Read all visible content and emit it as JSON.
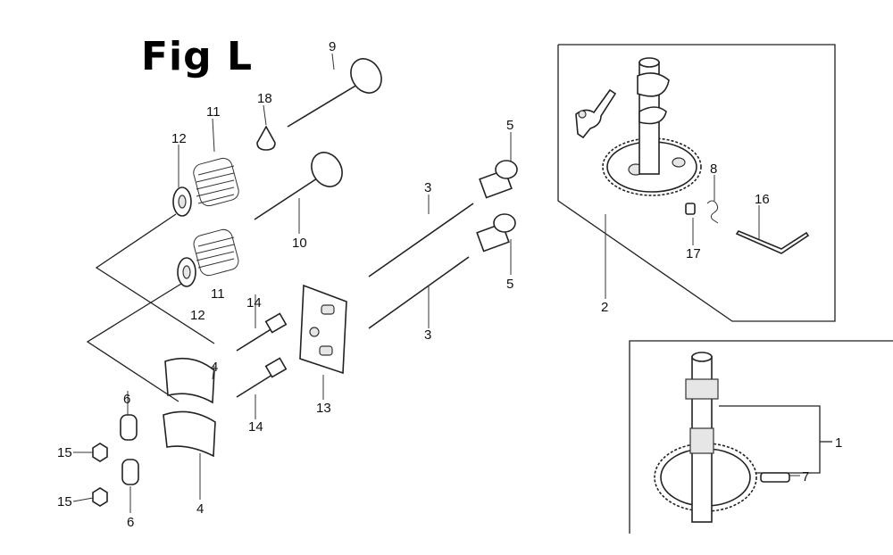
{
  "title": "Fig L",
  "labels": {
    "p1": "1",
    "p2": "2",
    "p3a": "3",
    "p3b": "3",
    "p4a": "4",
    "p4b": "4",
    "p5a": "5",
    "p5b": "5",
    "p6a": "6",
    "p6b": "6",
    "p7": "7",
    "p8": "8",
    "p9": "9",
    "p10": "10",
    "p11a": "11",
    "p11b": "11",
    "p12a": "12",
    "p12b": "12",
    "p13": "13",
    "p14a": "14",
    "p14b": "14",
    "p15a": "15",
    "p15b": "15",
    "p16": "16",
    "p17": "17",
    "p18": "18"
  }
}
